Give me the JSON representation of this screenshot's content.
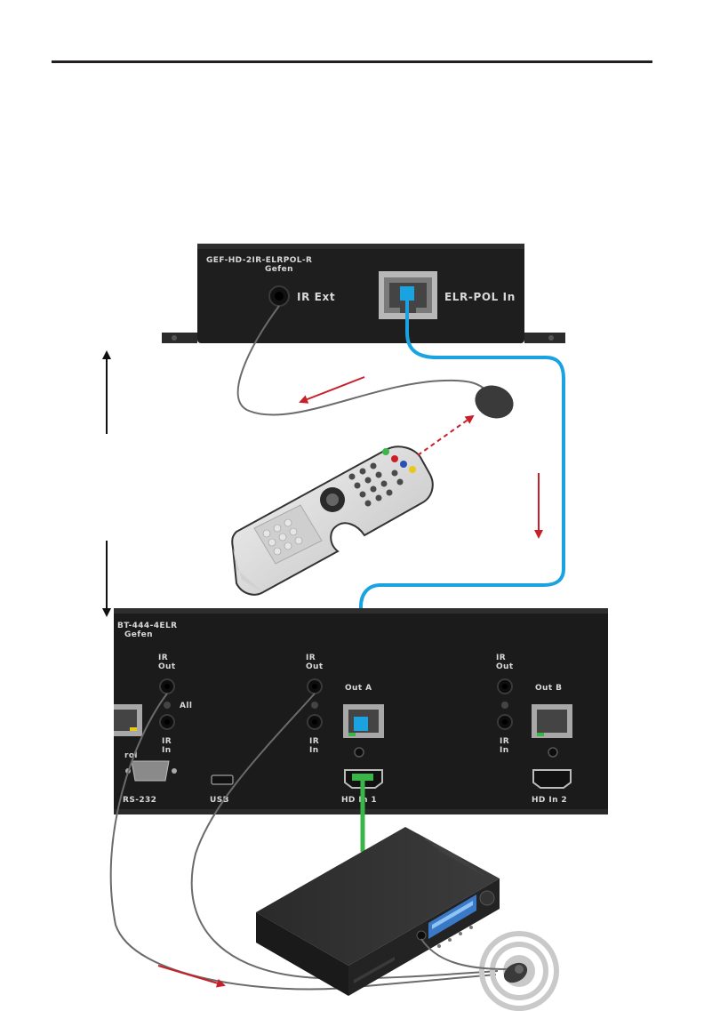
{
  "receiver": {
    "model": "GEF-HD-2IR-ELRPOL-R",
    "brand": "Gefen",
    "ir_ext_label": "IR Ext",
    "elr_pol_in_label": "ELR-POL In"
  },
  "matrix": {
    "model_partial": "BT-444-4ELR",
    "brand": "Gefen",
    "ir_out_label": "IR\nOut",
    "ir_in_label": "IR\nIn",
    "all_label": "All",
    "out_a_label": "Out A",
    "out_b_label": "Out B",
    "rs232_label": "RS-232",
    "control_label": "rol",
    "usb_label": "USB",
    "hd_in_1_label": "HD In 1",
    "hd_in_2_label": "HD In 2"
  },
  "colors": {
    "header_rule": "#231f20",
    "device_body": "#1b1b1b",
    "hdbaset_cable": "#1aa3e0",
    "hdmi_cable": "#3bb54a",
    "signal_arrow": "#c8202a",
    "ir_cable": "#6b6b6b",
    "emitter_ring": "#c9c9c9"
  }
}
